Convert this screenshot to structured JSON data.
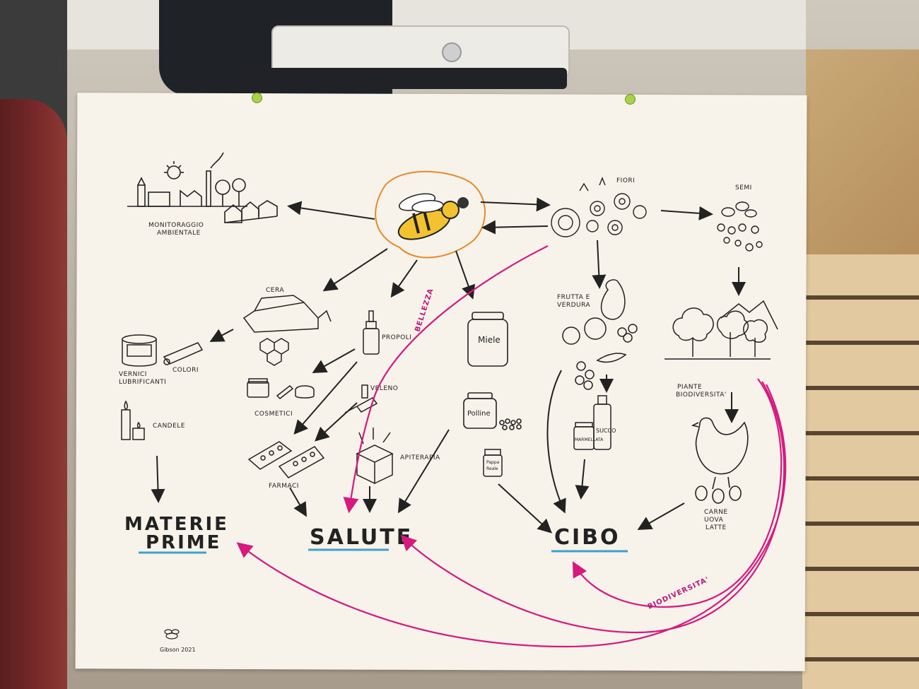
{
  "labels": {
    "monitoraggio": "MONITORAGGIO",
    "ambientale": "AMBIENTALE",
    "fiori": "FIORI",
    "semi": "SEMI",
    "cera": "CERA",
    "propoli": "PROPOLI",
    "miele_jar": "Miele",
    "frutta_1": "FRUTTA E",
    "frutta_2": "VERDURA",
    "vernici_1": "VERNICI",
    "vernici_2": "LUBRIFICANTI",
    "colori": "COLORI",
    "cosmetici": "COSMETICI",
    "veleno": "VELENO",
    "polline_jar": "Polline",
    "piante_1": "PIANTE",
    "piante_2": "BIODIVERSITA'",
    "candele": "CANDELE",
    "apiterapia": "APITERAPIA",
    "succo": "SUCCO",
    "marmellata": "MARMELLATA",
    "pappa_1": "Pappa",
    "pappa_2": "Reale",
    "farmaci": "FARMACI",
    "carne_1": "CARNE",
    "carne_2": "UOVA",
    "carne_3": "LATTE",
    "materie_1": "MATERIE",
    "materie_2": "PRIME",
    "salute": "SALUTE",
    "cibo": "CIBO",
    "bellezza": "BELLEZZA",
    "biodiversita": "BIODIVERSITA'",
    "signature": "Gibson 2021"
  },
  "colors": {
    "ink": "#222222",
    "pink": "#d6187f",
    "underline_blue": "#3fa3c9",
    "bee_outline": "#e88a2a",
    "bee_yellow": "#f2c230"
  }
}
